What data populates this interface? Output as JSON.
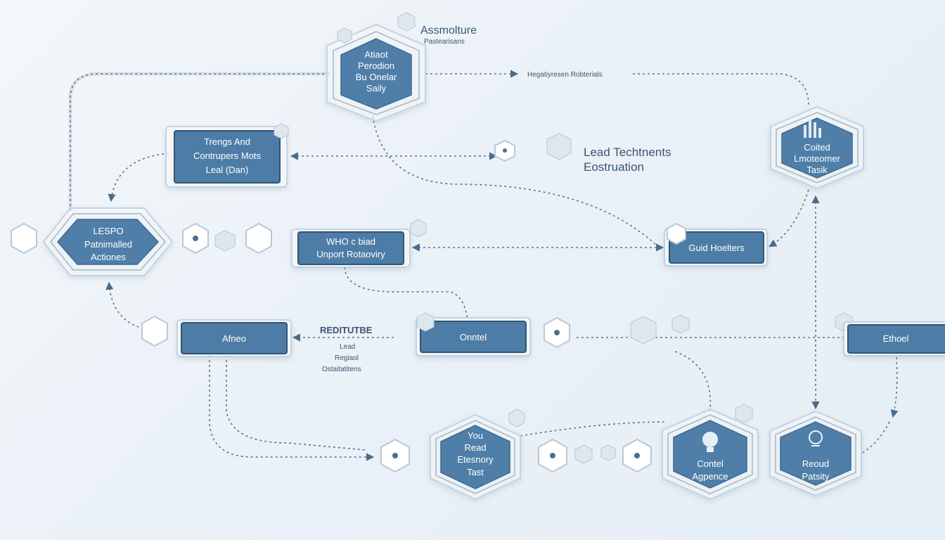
{
  "colors": {
    "node_fill": "#4f7fa8",
    "box_fill": "#4e7da6",
    "edge": "#3f5f7a",
    "label": "#3b5670",
    "background": "#eef3f8"
  },
  "labels": {
    "top_title": "Assmolture",
    "top_subtitle": "Pastearisans",
    "top_right_edge": "Hegatiyresen Robterials",
    "lead_techn_1": "Lead Techtnents",
    "lead_techn_2": "Eostruation",
    "rediture": "REDITUTBE",
    "lead": "Lead",
    "regional": "Regiaol",
    "classifications": "Ostaitatitens"
  },
  "nodes": {
    "top_hex": [
      "Atiaot",
      "Perodion",
      "Bu Onelar",
      "Saily"
    ],
    "trends_box": [
      "Trengs And",
      "Contrupers Mots",
      "Leal (Dan)"
    ],
    "lespo_hex": [
      "LESPO",
      "Patnimalled",
      "Actiones"
    ],
    "wio_box": [
      "WHO c biad",
      "Unport Rotaoviry"
    ],
    "guid_box": [
      "Guid Hoelters"
    ],
    "top_right_hex": [
      "Coited",
      "Lmoteomer",
      "Tasik"
    ],
    "afneo_box": [
      "Afneo"
    ],
    "onntel_box": [
      "Onntel"
    ],
    "ethoel_box": [
      "Ethoel"
    ],
    "you_read_hex": [
      "You",
      "Read",
      "Etesnory",
      "Tast"
    ],
    "content_hex": [
      "Contel",
      "Agpence"
    ],
    "reoud_hex": [
      "Reoud",
      "Patsity"
    ]
  },
  "icons": [
    "chart-bars-icon",
    "lightbulb-icon",
    "bulb-outline-icon",
    "small-hex-node-icon",
    "cube-icon"
  ]
}
